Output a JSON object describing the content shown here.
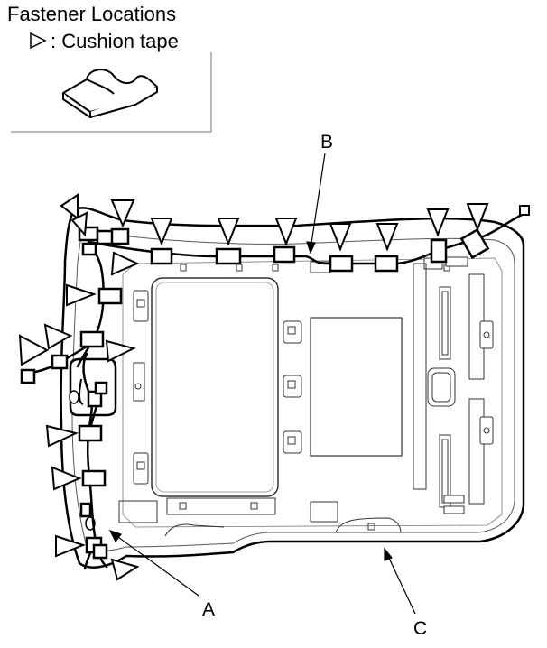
{
  "title": "Fastener Locations",
  "legend": {
    "symbol_icon": "cushion-tape-triangle-icon",
    "text": ": Cushion tape"
  },
  "callouts": {
    "a": "A",
    "b": "B",
    "c": "C"
  },
  "colors": {
    "line": "#000000",
    "detail": "#5a5a5a",
    "background": "#ffffff"
  }
}
